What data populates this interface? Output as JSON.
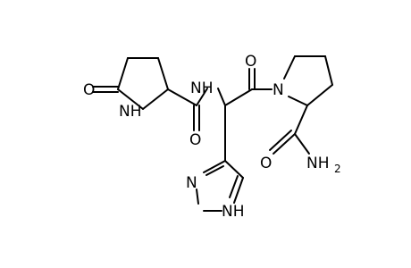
{
  "labels": {
    "o_pyroglutamyl": "O",
    "nh_ring": "NH",
    "o_amide1": "O",
    "nh_amide": "NH",
    "o_amide2": "O",
    "n_prolyl": "N",
    "o_terminal": "O",
    "nh2_terminal": "NH",
    "nh2_subscript": "2",
    "n_imidazole": "N",
    "nh_imidazole": "NH"
  }
}
